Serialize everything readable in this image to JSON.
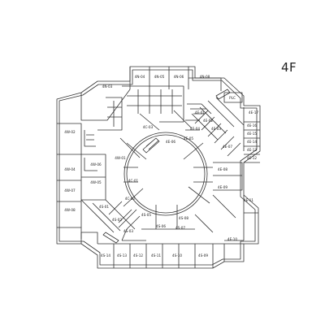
{
  "floor": {
    "label": "4F"
  },
  "units": {
    "n1": "4N-04",
    "n2": "4N-05",
    "n3": "4N-06",
    "n4": "4N-08",
    "nw": "4N-03",
    "w1": "4W-02",
    "w2": "4W-04",
    "w3": "4W-07",
    "w4": "4W-08",
    "ww1": "4W-06",
    "ww2": "4W-05",
    "i1": "4W-01",
    "i2": "4C-03",
    "i3": "4C-01",
    "i4": "4C-02",
    "s1": "4S-01",
    "s2": "4S-02",
    "s3": "4S-03",
    "s4": "4S-05",
    "s5": "4S-06",
    "s6": "4S-07",
    "s7": "4S-08",
    "b1": "4S-14",
    "b2": "4S-13",
    "b3": "4S-12",
    "b4": "4S-11",
    "b5": "4S-10",
    "b6": "4S-09",
    "se1": "4E-11",
    "se2": "4E-10",
    "e1": "4E-17",
    "e2": "4E-16",
    "e3": "4E-15",
    "e4": "4E-14",
    "e5": "4E-13",
    "e6": "4E-12",
    "ed1": "4E-01",
    "ed2": "4E-02",
    "ed3": "4E-03",
    "ed4": "4E-04",
    "ed5": "4E-05",
    "ed6": "4E-06",
    "ed7": "4E-07",
    "ed8": "4E-08",
    "ed9": "4E-09",
    "misc": "PLC"
  }
}
